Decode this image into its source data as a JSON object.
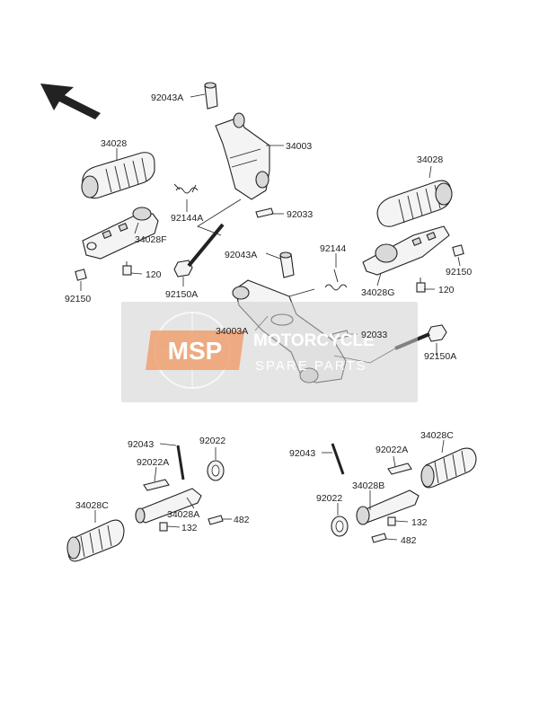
{
  "labels": {
    "l_92043A_top": "92043A",
    "l_34003": "34003",
    "l_34028_left": "34028",
    "l_92144A": "92144A",
    "l_92033_top": "92033",
    "l_34028F": "34028F",
    "l_120_left": "120",
    "l_92150_left": "92150",
    "l_92150A_left": "92150A",
    "l_34028_right": "34028",
    "l_92043A_mid": "92043A",
    "l_92144": "92144",
    "l_92150_right": "92150",
    "l_34028G": "34028G",
    "l_120_right": "120",
    "l_34003A": "34003A",
    "l_92033_mid": "92033",
    "l_92150A_right": "92150A",
    "l_92043_bl": "92043",
    "l_92022_bl": "92022",
    "l_92022A_bl": "92022A",
    "l_34028C_bl": "34028C",
    "l_34028A": "34028A",
    "l_482_bl": "482",
    "l_132_bl": "132",
    "l_92043_br": "92043",
    "l_92022A_br": "92022A",
    "l_34028C_br": "34028C",
    "l_34028B": "34028B",
    "l_92022_br": "92022",
    "l_132_br": "132",
    "l_482_br": "482"
  },
  "watermark": {
    "logo_text": "MSP",
    "line1": "MOTORCYCLE",
    "line2": "SPARE PARTS"
  },
  "colors": {
    "watermark_orange": "#f0a070",
    "watermark_gray": "#cfcfcf",
    "ink": "#222222"
  }
}
